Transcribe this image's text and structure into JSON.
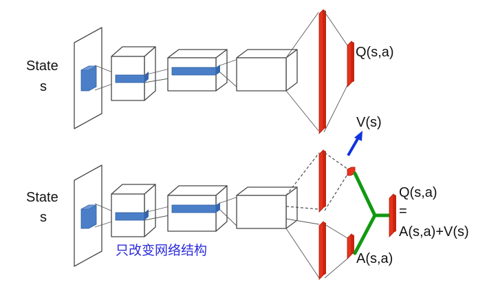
{
  "top_network": {
    "input_label_line1": "State",
    "input_label_line2": "s",
    "output_label": "Q(s,a)"
  },
  "bottom_network": {
    "input_label_line1": "State",
    "input_label_line2": "s",
    "value_label": "V(s)",
    "advantage_label": "A(s,a)",
    "output_label_line1": "Q(s,a)",
    "output_label_line2": "=",
    "output_label_line3": "A(s,a)+V(s)"
  },
  "annotation": "只改变网络结构",
  "colors": {
    "layer_red": "#e8321c",
    "filter_blue": "#4a7fc8",
    "combine_green": "#119911",
    "arrow_blue": "#1133dd",
    "annotation_blue": "#2b2bd9"
  }
}
